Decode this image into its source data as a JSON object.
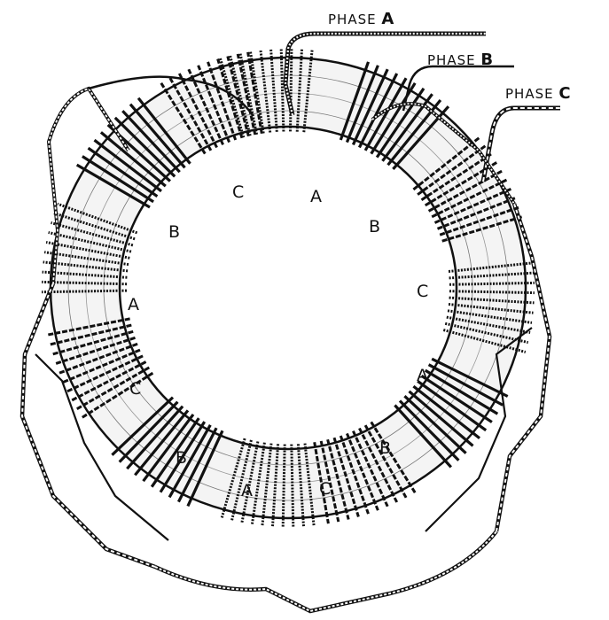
{
  "diagram": {
    "leads": [
      {
        "id": "phase-a",
        "text": "PHASE ",
        "letter": "A",
        "style": "hatched"
      },
      {
        "id": "phase-b",
        "text": "PHASE ",
        "letter": "B",
        "style": "solid"
      },
      {
        "id": "phase-c",
        "text": "PHASE ",
        "letter": "C",
        "style": "dashed"
      }
    ],
    "coil_labels": [
      "A",
      "B",
      "C",
      "A",
      "B",
      "C",
      "A",
      "B",
      "C"
    ],
    "colors": {
      "ink": "#111111",
      "paper": "#ffffff",
      "phase_a": "hatched",
      "phase_b": "solid",
      "phase_c": "dashed"
    }
  }
}
